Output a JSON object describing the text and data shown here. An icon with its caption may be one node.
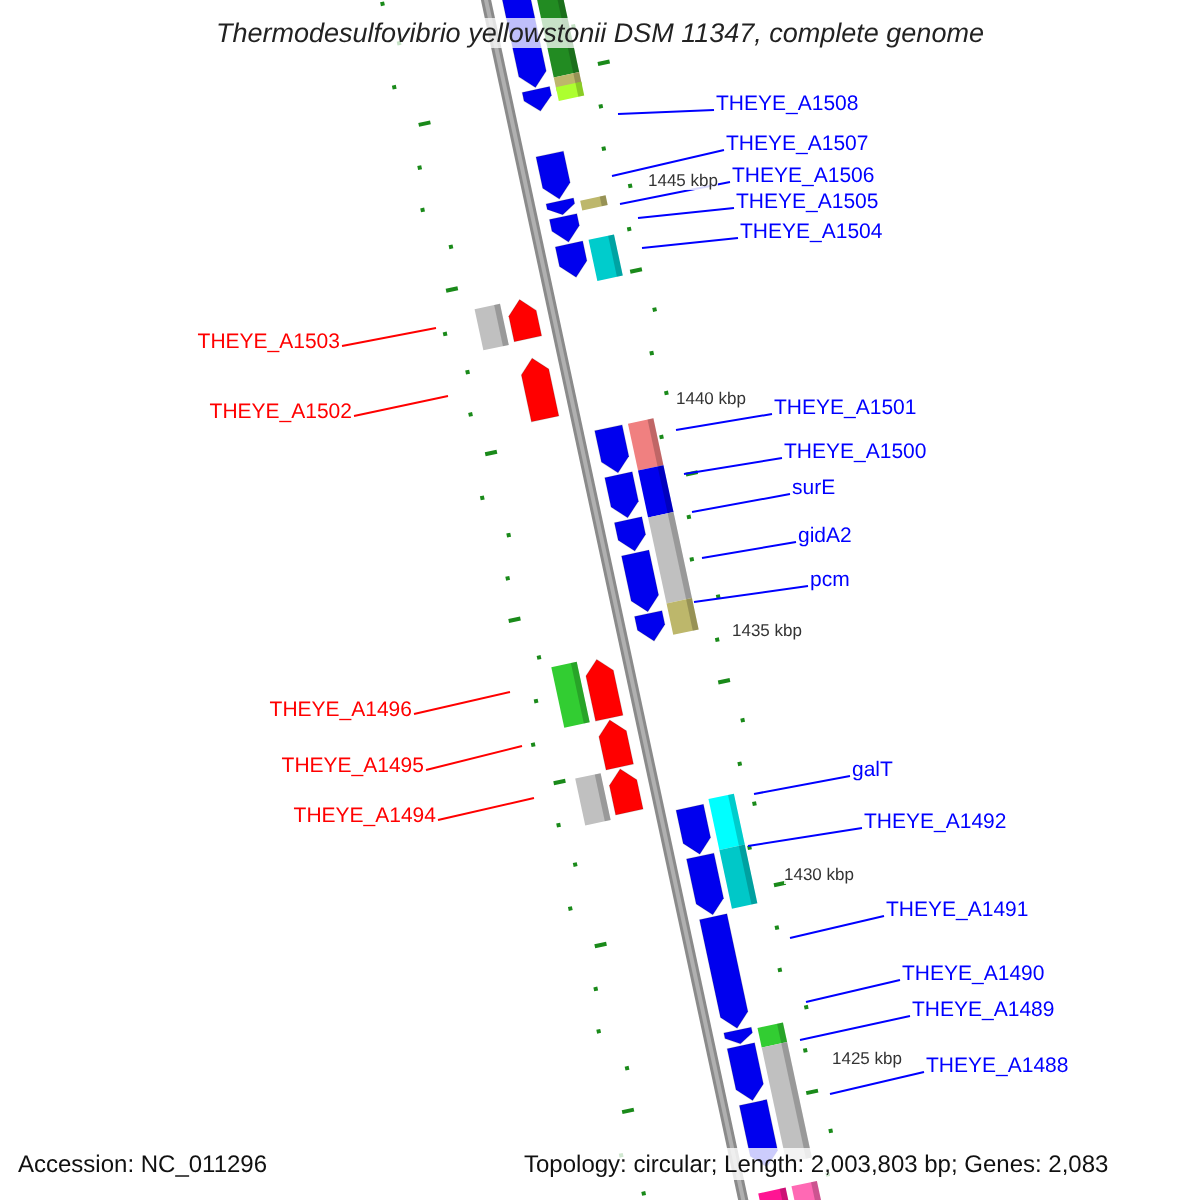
{
  "diagram": {
    "title": "Thermodesulfovibrio yellowstonii DSM 11347, complete genome",
    "nodes": [
      {
        "text": [
          "THEYE_A1508"
        ]
      },
      {
        "text": [
          "THEYE_A1507"
        ]
      },
      {
        "text": [
          "THEYE_A1506"
        ]
      },
      {
        "text": [
          "THEYE_A1505"
        ]
      },
      {
        "text": [
          "THEYE_A1504"
        ]
      },
      {
        "text": [
          "THEYE_A1503"
        ]
      },
      {
        "text": [
          "THEYE_A1502"
        ]
      },
      {
        "text": [
          "THEYE_A1501"
        ]
      },
      {
        "text": [
          "THEYE_A1500"
        ]
      },
      {
        "text": [
          "surE"
        ]
      },
      {
        "text": [
          "gidA2"
        ]
      },
      {
        "text": [
          "pcm"
        ]
      },
      {
        "text": [
          "THEYE_A1496"
        ]
      },
      {
        "text": [
          "THEYE_A1495"
        ]
      },
      {
        "text": [
          "galT"
        ]
      },
      {
        "text": [
          "THEYE_A1494"
        ]
      },
      {
        "text": [
          "THEYE_A1492"
        ]
      },
      {
        "text": [
          "THEYE_A1491"
        ]
      },
      {
        "text": [
          "THEYE_A1490"
        ]
      },
      {
        "text": [
          "THEYE_A1489"
        ]
      },
      {
        "text": [
          "THEYE_A1488"
        ]
      }
    ],
    "edges": [
      {
        "from": 0,
        "to": null,
        "arrow": "none"
      },
      {
        "from": 1,
        "to": null,
        "arrow": "none"
      },
      {
        "from": 2,
        "to": null,
        "arrow": "none"
      },
      {
        "from": 3,
        "to": null,
        "arrow": "none"
      },
      {
        "from": 4,
        "to": null,
        "arrow": "none"
      },
      {
        "from": 5,
        "to": null,
        "arrow": "none",
        "color": "#ff0000"
      },
      {
        "from": 6,
        "to": null,
        "arrow": "none",
        "color": "#ff0000"
      },
      {
        "from": 7,
        "to": null,
        "arrow": "none"
      },
      {
        "from": 8,
        "to": null,
        "arrow": "none"
      },
      {
        "from": 9,
        "to": null,
        "arrow": "none"
      },
      {
        "from": 10,
        "to": null,
        "arrow": "none"
      },
      {
        "from": 11,
        "to": null,
        "arrow": "none"
      },
      {
        "from": 12,
        "to": null,
        "arrow": "none",
        "color": "#ff0000"
      },
      {
        "from": 13,
        "to": null,
        "arrow": "none",
        "color": "#ff0000"
      },
      {
        "from": 14,
        "to": null,
        "arrow": "none"
      },
      {
        "from": 15,
        "to": null,
        "arrow": "none",
        "color": "#ff0000"
      },
      {
        "from": 16,
        "to": null,
        "arrow": "none"
      },
      {
        "from": 17,
        "to": null,
        "arrow": "none"
      },
      {
        "from": 18,
        "to": null,
        "arrow": "none"
      },
      {
        "from": 19,
        "to": null,
        "arrow": "none"
      },
      {
        "from": 20,
        "to": null,
        "arrow": "none"
      }
    ],
    "labels": [
      "1445 kbp",
      "1440 kbp",
      "1435 kbp",
      "1430 kbp",
      "1425 kbp",
      "Accession: NC_011296",
      "Topology: circular; Length: 2,003,803 bp; Genes: 2,083"
    ]
  }
}
